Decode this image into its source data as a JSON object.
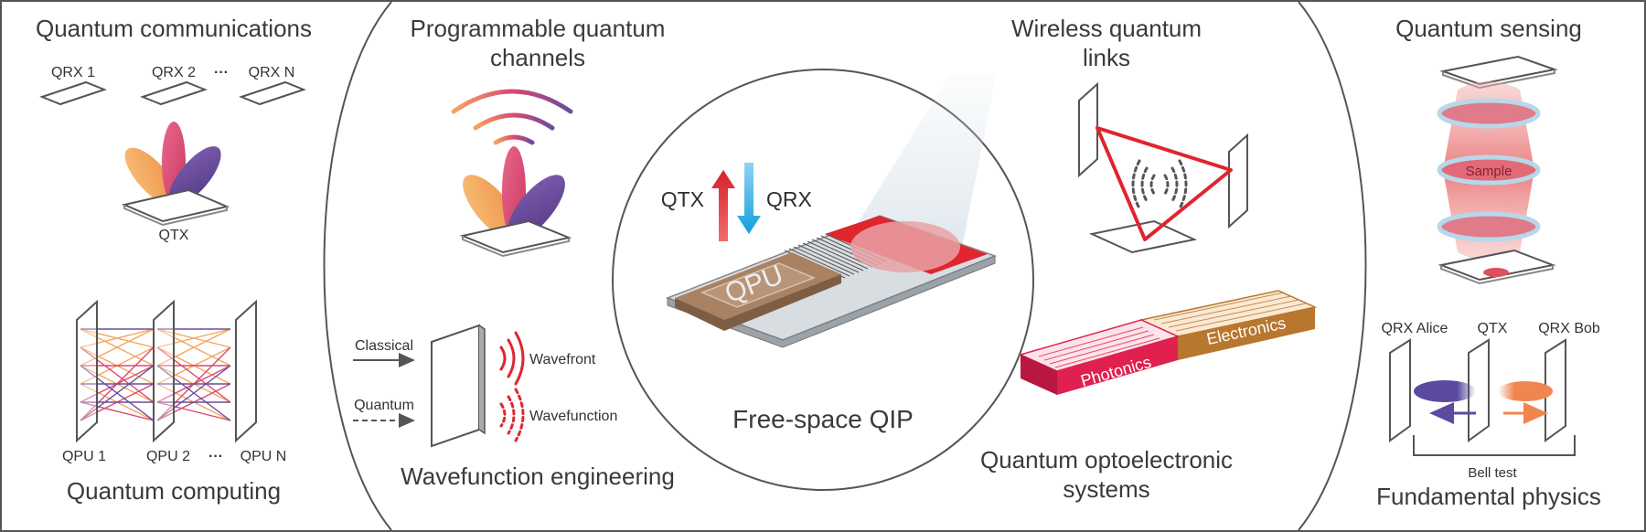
{
  "sections": {
    "quantum_communications": {
      "title": "Quantum communications",
      "receivers": [
        "QRX 1",
        "QRX 2",
        "QRX N"
      ],
      "ellipsis": "···",
      "transmitter": "QTX"
    },
    "quantum_computing": {
      "title": "Quantum computing",
      "processors": [
        "QPU 1",
        "QPU 2",
        "QPU N"
      ],
      "ellipsis": "···"
    },
    "programmable_channels": {
      "title_line1": "Programmable quantum",
      "title_line2": "channels"
    },
    "wavefunction_engineering": {
      "title": "Wavefunction engineering",
      "input_classical": "Classical",
      "input_quantum": "Quantum",
      "output_wavefront": "Wavefront",
      "output_wavefunction": "Wavefunction"
    },
    "center": {
      "title": "Free-space QIP",
      "chip_label": "QPU",
      "tx_label": "QTX",
      "rx_label": "QRX"
    },
    "wireless_links": {
      "title_line1": "Wireless quantum",
      "title_line2": "links"
    },
    "optoelectronic": {
      "title_line1": "Quantum optoelectronic",
      "title_line2": "systems",
      "photonics": "Photonics",
      "electronics": "Electronics"
    },
    "quantum_sensing": {
      "title": "Quantum sensing",
      "sample": "Sample"
    },
    "fundamental_physics": {
      "title": "Fundamental physics",
      "alice": "QRX Alice",
      "source": "QTX",
      "bob": "QRX Bob",
      "bell": "Bell test"
    }
  },
  "colors": {
    "orange": "#f4a55f",
    "pink": "#d94a72",
    "purple": "#6a4c9c",
    "red": "#e0252f",
    "blue": "#1ea6e0",
    "chip": "#a88263",
    "border": "#555555"
  }
}
